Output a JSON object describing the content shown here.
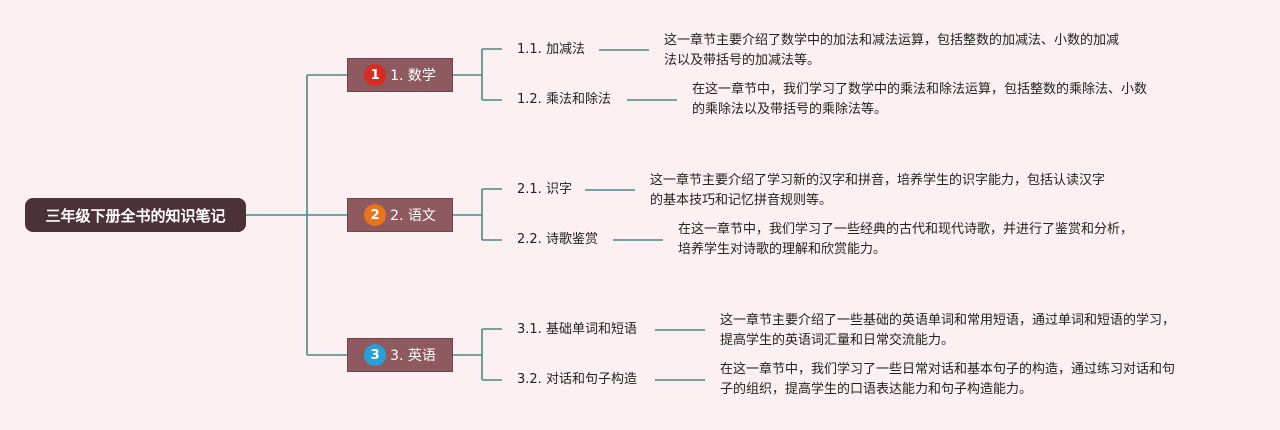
{
  "root": {
    "title": "三年级下册全书的知识笔记"
  },
  "branches": [
    {
      "badge": "1",
      "badge_color": "#d62d20",
      "title": "1. 数学",
      "children": [
        {
          "label": "1.1. 加减法",
          "lines": [
            "这一章节主要介绍了数学中的加法和减法运算，包括整数的加减法、小数的加减",
            "法以及带括号的加减法等。"
          ]
        },
        {
          "label": "1.2. 乘法和除法",
          "lines": [
            "在这一章节中，我们学习了数学中的乘法和除法运算，包括整数的乘除法、小数",
            "的乘除法以及带括号的乘除法等。"
          ]
        }
      ]
    },
    {
      "badge": "2",
      "badge_color": "#e8741c",
      "title": "2. 语文",
      "children": [
        {
          "label": "2.1. 识字",
          "lines": [
            "这一章节主要介绍了学习新的汉字和拼音，培养学生的识字能力，包括认读汉字",
            "的基本技巧和记忆拼音规则等。"
          ]
        },
        {
          "label": "2.2. 诗歌鉴赏",
          "lines": [
            "在这一章节中，我们学习了一些经典的古代和现代诗歌，并进行了鉴赏和分析，",
            "培养学生对诗歌的理解和欣赏能力。"
          ]
        }
      ]
    },
    {
      "badge": "3",
      "badge_color": "#2a9fd6",
      "title": "3. 英语",
      "children": [
        {
          "label": "3.1. 基础单词和短语",
          "lines": [
            "这一章节主要介绍了一些基础的英语单词和常用短语，通过单词和短语的学习，",
            "提高学生的英语词汇量和日常交流能力。"
          ]
        },
        {
          "label": "3.2. 对话和句子构造",
          "lines": [
            "在这一章节中，我们学习了一些日常对话和基本句子的构造，通过练习对话和句",
            "子的组织，提高学生的口语表达能力和句子构造能力。"
          ]
        }
      ]
    }
  ],
  "colors": {
    "connector": "#4a8a80",
    "root_bg": "#4a3236",
    "branch_bg": "#8f5a5f",
    "background": "#fdf0f2"
  }
}
